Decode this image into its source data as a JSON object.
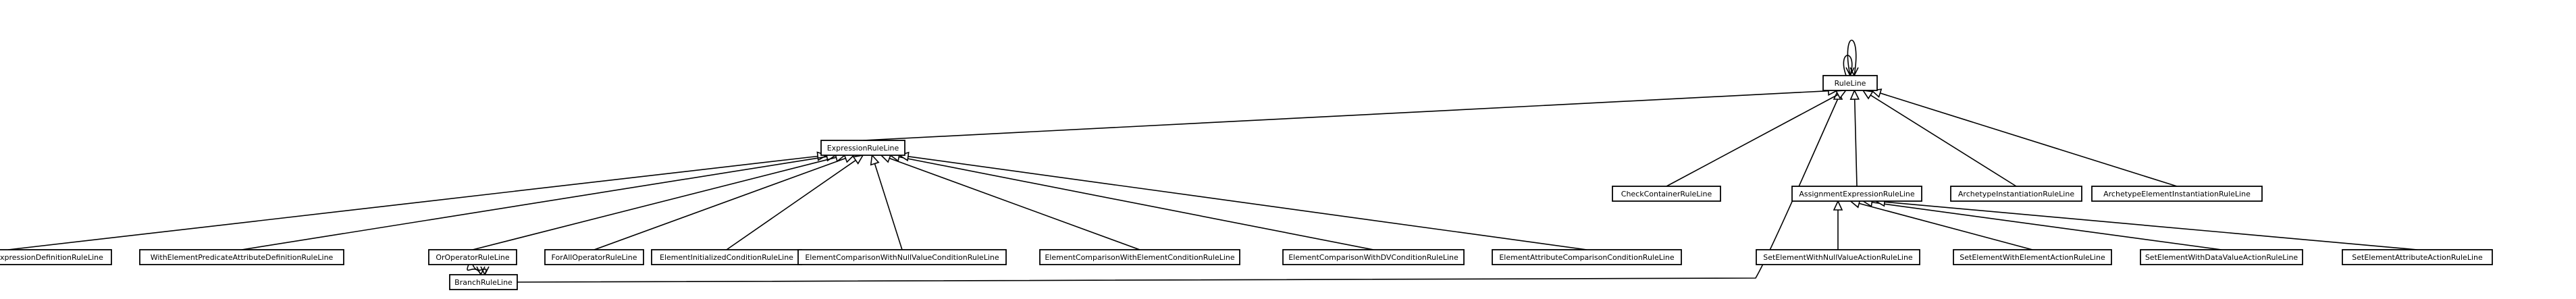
{
  "nodes": [
    {
      "id": "RuleLine",
      "label": "RuleLine"
    },
    {
      "id": "ExpressionRuleLine",
      "label": "ExpressionRuleLine"
    },
    {
      "id": "CheckContainerRuleLine",
      "label": "CheckContainerRuleLine"
    },
    {
      "id": "AssignmentExpressionRuleLine",
      "label": "AssignmentExpressionRuleLine"
    },
    {
      "id": "ArchetypeInstantiationRuleLine",
      "label": "ArchetypeInstantiationRuleLine"
    },
    {
      "id": "ArchetypeElementInstantiationRuleLine",
      "label": "ArchetypeElementInstantiationRuleLine"
    },
    {
      "id": "WithElementPredicateExpressionDefinitionRuleLine",
      "label": "WithElementPredicateExpressionDefinitionRuleLine"
    },
    {
      "id": "WithElementPredicateAttributeDefinitionRuleLine",
      "label": "WithElementPredicateAttributeDefinitionRuleLine"
    },
    {
      "id": "OrOperatorRuleLine",
      "label": "OrOperatorRuleLine"
    },
    {
      "id": "ForAllOperatorRuleLine",
      "label": "ForAllOperatorRuleLine"
    },
    {
      "id": "ElementInitializedConditionRuleLine",
      "label": "ElementInitializedConditionRuleLine"
    },
    {
      "id": "ElementComparisonWithNullValueConditionRuleLine",
      "label": "ElementComparisonWithNullValueConditionRuleLine"
    },
    {
      "id": "ElementComparisonWithElementConditionRuleLine",
      "label": "ElementComparisonWithElementConditionRuleLine"
    },
    {
      "id": "ElementComparisonWithDVConditionRuleLine",
      "label": "ElementComparisonWithDVConditionRuleLine"
    },
    {
      "id": "ElementAttributeComparisonConditionRuleLine",
      "label": "ElementAttributeComparisonConditionRuleLine"
    },
    {
      "id": "SetElementWithNullValueActionRuleLine",
      "label": "SetElementWithNullValueActionRuleLine"
    },
    {
      "id": "SetElementWithElementActionRuleLine",
      "label": "SetElementWithElementActionRuleLine"
    },
    {
      "id": "SetElementWithDataValueActionRuleLine",
      "label": "SetElementWithDataValueActionRuleLine"
    },
    {
      "id": "SetElementAttributeActionRuleLine",
      "label": "SetElementAttributeActionRuleLine"
    },
    {
      "id": "BranchRuleLine",
      "label": "BranchRuleLine"
    }
  ],
  "edges": [
    {
      "from": "ExpressionRuleLine",
      "to": "RuleLine",
      "type": "inherit"
    },
    {
      "from": "CheckContainerRuleLine",
      "to": "RuleLine",
      "type": "inherit"
    },
    {
      "from": "AssignmentExpressionRuleLine",
      "to": "RuleLine",
      "type": "inherit"
    },
    {
      "from": "ArchetypeInstantiationRuleLine",
      "to": "RuleLine",
      "type": "inherit"
    },
    {
      "from": "ArchetypeElementInstantiationRuleLine",
      "to": "RuleLine",
      "type": "inherit"
    },
    {
      "from": "BranchRuleLine",
      "to": "RuleLine",
      "type": "inherit"
    },
    {
      "from": "WithElementPredicateExpressionDefinitionRuleLine",
      "to": "ExpressionRuleLine",
      "type": "inherit"
    },
    {
      "from": "WithElementPredicateAttributeDefinitionRuleLine",
      "to": "ExpressionRuleLine",
      "type": "inherit"
    },
    {
      "from": "OrOperatorRuleLine",
      "to": "ExpressionRuleLine",
      "type": "inherit"
    },
    {
      "from": "ForAllOperatorRuleLine",
      "to": "ExpressionRuleLine",
      "type": "inherit"
    },
    {
      "from": "ElementInitializedConditionRuleLine",
      "to": "ExpressionRuleLine",
      "type": "inherit"
    },
    {
      "from": "ElementComparisonWithNullValueConditionRuleLine",
      "to": "ExpressionRuleLine",
      "type": "inherit"
    },
    {
      "from": "ElementComparisonWithElementConditionRuleLine",
      "to": "ExpressionRuleLine",
      "type": "inherit"
    },
    {
      "from": "ElementComparisonWithDVConditionRuleLine",
      "to": "ExpressionRuleLine",
      "type": "inherit"
    },
    {
      "from": "ElementAttributeComparisonConditionRuleLine",
      "to": "ExpressionRuleLine",
      "type": "inherit"
    },
    {
      "from": "SetElementWithNullValueActionRuleLine",
      "to": "AssignmentExpressionRuleLine",
      "type": "inherit"
    },
    {
      "from": "SetElementWithElementActionRuleLine",
      "to": "AssignmentExpressionRuleLine",
      "type": "inherit"
    },
    {
      "from": "SetElementWithDataValueActionRuleLine",
      "to": "AssignmentExpressionRuleLine",
      "type": "inherit"
    },
    {
      "from": "SetElementAttributeActionRuleLine",
      "to": "AssignmentExpressionRuleLine",
      "type": "inherit"
    },
    {
      "from": "OrOperatorRuleLine",
      "to": "BranchRuleLine",
      "type": "association"
    },
    {
      "from": "OrOperatorRuleLine",
      "to": "BranchRuleLine",
      "type": "association"
    },
    {
      "from": "RuleLine",
      "to": "RuleLine",
      "type": "association"
    },
    {
      "from": "RuleLine",
      "to": "RuleLine",
      "type": "association"
    }
  ]
}
